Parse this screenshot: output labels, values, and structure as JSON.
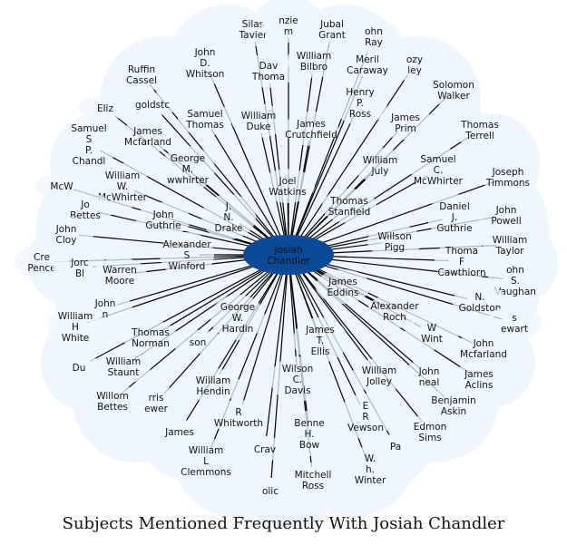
{
  "title": "Subjects Mentioned Frequently With Josiah Chandler",
  "colors": {
    "center_fill": "#0b4a96",
    "cloud": "#eef5fd",
    "edge": "#000000"
  },
  "center": {
    "label": [
      "Josiah",
      "Chandler"
    ]
  },
  "nodes": [
    {
      "label": [
        "Silas",
        "Tavier"
      ]
    },
    {
      "label": [
        "nzie",
        "m"
      ]
    },
    {
      "label": [
        "Jubal",
        "Grant"
      ]
    },
    {
      "label": [
        "ohn",
        "Ray"
      ]
    },
    {
      "label": [
        "John",
        "D.",
        "Whitson"
      ]
    },
    {
      "label": [
        "Dav",
        "Thoma"
      ]
    },
    {
      "label": [
        "William",
        "Bilbro"
      ]
    },
    {
      "label": [
        "Meril",
        "Caraway"
      ]
    },
    {
      "label": [
        "ozy",
        "ley"
      ]
    },
    {
      "label": [
        "Ruffin",
        "Cassel"
      ]
    },
    {
      "label": [
        "Solomon",
        "Walker"
      ]
    },
    {
      "label": [
        "Henry",
        "P.",
        "Ross"
      ]
    },
    {
      "label": [
        "goldstc"
      ]
    },
    {
      "label": [
        "Eliz"
      ]
    },
    {
      "label": [
        "Samuel",
        "Thomas"
      ]
    },
    {
      "label": [
        "William",
        "Duke"
      ]
    },
    {
      "label": [
        "James",
        "Crutchfield"
      ]
    },
    {
      "label": [
        "James",
        "Prim"
      ]
    },
    {
      "label": [
        "Thomas",
        "Terrell"
      ]
    },
    {
      "label": [
        "Samuel",
        "S",
        "P.",
        "Chandl"
      ]
    },
    {
      "label": [
        "James",
        "Mcfarland"
      ]
    },
    {
      "label": [
        "George",
        "M.",
        "wwhirter"
      ]
    },
    {
      "label": [
        "William",
        "July"
      ]
    },
    {
      "label": [
        "Samuel",
        "C.",
        "McWhirter"
      ]
    },
    {
      "label": [
        "Joseph",
        "Timmons"
      ]
    },
    {
      "label": [
        "William",
        "W.",
        "McWhirter"
      ]
    },
    {
      "label": [
        "McW"
      ]
    },
    {
      "label": [
        "Joel",
        "Watkins"
      ]
    },
    {
      "label": [
        "Jo",
        "Bettes"
      ]
    },
    {
      "label": [
        "Thomas",
        "Stanfield"
      ]
    },
    {
      "label": [
        "Daniel",
        "J.",
        "Guthrie"
      ]
    },
    {
      "label": [
        "John",
        "Powell"
      ]
    },
    {
      "label": [
        "John",
        "Guthrie"
      ]
    },
    {
      "label": [
        "J.",
        "N.",
        "Drake"
      ]
    },
    {
      "label": [
        "John",
        "Cloy"
      ]
    },
    {
      "label": [
        "William",
        "Taylor"
      ]
    },
    {
      "label": [
        "Willson",
        "Pigg"
      ]
    },
    {
      "label": [
        "Alexander",
        "S",
        "Winford"
      ]
    },
    {
      "label": [
        "Thoma",
        "F",
        "Cawthiorn"
      ]
    },
    {
      "label": [
        "Cre",
        "Pence"
      ]
    },
    {
      "label": [
        "Jorc",
        "Bl"
      ]
    },
    {
      "label": [
        "Warren",
        "Moore"
      ]
    },
    {
      "label": [
        "ohn",
        "S.",
        "Vaughan"
      ]
    },
    {
      "label": [
        "James",
        "Eddins"
      ]
    },
    {
      "label": [
        "John",
        "n"
      ]
    },
    {
      "label": [
        "N.",
        "Goldston"
      ]
    },
    {
      "label": [
        "George",
        "W.",
        "Hardin"
      ]
    },
    {
      "label": [
        "Alexander",
        "Roch"
      ]
    },
    {
      "label": [
        "s",
        "ewart"
      ]
    },
    {
      "label": [
        "William",
        "H",
        "White"
      ]
    },
    {
      "label": [
        "Thomas",
        "Norman"
      ]
    },
    {
      "label": [
        "son"
      ]
    },
    {
      "label": [
        "James",
        "T.",
        "Ellis"
      ]
    },
    {
      "label": [
        "W",
        "Wint"
      ]
    },
    {
      "label": [
        "John",
        "Mcfarland"
      ]
    },
    {
      "label": [
        "Du"
      ]
    },
    {
      "label": [
        "William",
        "Staunt"
      ]
    },
    {
      "label": [
        "Wilson",
        "C.",
        "Davis"
      ]
    },
    {
      "label": [
        "William",
        "Jolley"
      ]
    },
    {
      "label": [
        "John",
        "neal"
      ]
    },
    {
      "label": [
        "James",
        "Aclins"
      ]
    },
    {
      "label": [
        "Willom",
        "Bettes"
      ]
    },
    {
      "label": [
        "rris",
        "ewer"
      ]
    },
    {
      "label": [
        "William",
        "Hendin"
      ]
    },
    {
      "label": [
        "Benjamin",
        "Askin"
      ]
    },
    {
      "label": [
        "R",
        "Whitworth"
      ]
    },
    {
      "label": [
        "E",
        "R",
        "Vewson"
      ]
    },
    {
      "label": [
        "James"
      ]
    },
    {
      "label": [
        "Benne",
        "H.",
        "Bow"
      ]
    },
    {
      "label": [
        "Edmon",
        "Sims"
      ]
    },
    {
      "label": [
        "William",
        "L",
        "Clemmons"
      ]
    },
    {
      "label": [
        "Crav"
      ]
    },
    {
      "label": [
        "W.",
        "h.",
        "Winter"
      ]
    },
    {
      "label": [
        "Mitchell",
        "Ross"
      ]
    },
    {
      "label": [
        "olic"
      ]
    },
    {
      "label": [
        "Pa"
      ]
    }
  ]
}
